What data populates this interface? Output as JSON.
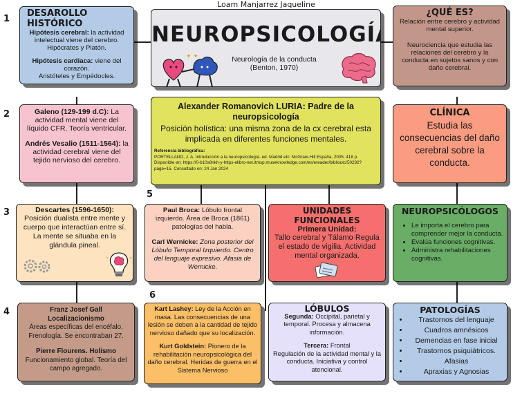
{
  "author": "Loam Manjarrez Jaqueline",
  "row_numbers": [
    "1",
    "2",
    "3",
    "4",
    "5",
    "6"
  ],
  "center": {
    "title": "NEUROPSICOLOGÍA",
    "subtitle_line1": "Neurología de la conducta",
    "subtitle_line2": "(Benton, 1970)"
  },
  "desarrollo": {
    "title": "DESAROLLO HISTÓRICO",
    "cerebral_label": "Hipótesis cerebral:",
    "cerebral_text": " la actividad intelectual viene del cerebro.",
    "cerebral_authors": "Hipócrates y Platón.",
    "cardiaca_label": "Hipótesis cardiaca:",
    "cardiaca_text": " viene del corazón.",
    "cardiaca_authors": "Aristóteles y Empédocles."
  },
  "que_es": {
    "title": "¿QUÉ ES?",
    "p1": "Relación entre cerebro y  actividad mental superior.",
    "p2": "Neurociencia que estudia las relaciones del cerebro y la conducta en sujetos sanos y con daño cerebral."
  },
  "galeno": {
    "label1": "Galeno (129-199 d.C):",
    "text1": " La actividad mental viene del líquido CFR. Teoría ventricular.",
    "label2": "Andrés Vesalio (1511-1564):",
    "text2": " la actividad cerebral viene del tejido nervioso del cerebro."
  },
  "luria": {
    "title": "Alexander Romanovich LURIA: Padre de la neuropsicología",
    "text": "Posición holística: una misma zona de la cx cerebral esta implicada en diferentes funciones mentales.",
    "ref_label": "Referencia bibliográfica:",
    "ref_text": " PORTELLANO, J. A. Introducción a la neuropsicología. ed. Madrid etc: McGraw-Hill España, 2005. 418 p. Disponible en: https://0-b10s8nkh-y-https-elibro-net.itmsp.museknowledge.com/es/ereader/biblioutc/50292?page=15. Consultado en: 24 Jan 2024"
  },
  "clinica": {
    "title": "CLÍNICA",
    "text": "Estudia las consecuencias del daño cerebral sobre la conducta."
  },
  "descartes": {
    "label": "Descartes (1596-1650):",
    "text": "Posición dualista entre mente y cuerpo que interactúan entre sí. La mente se situaba en la glándula pineal."
  },
  "broca": {
    "label1": "Paul Broca:",
    "text1": " Lóbulo frontal izquierdo. Área de Broca (1861) patologías del habla.",
    "label2": "Carl Wernicke:",
    "text2": " Zona posterior del Lóbulo Temporal Izquierdo. Centro del lenguaje expresivo. Afasia de Wernicke."
  },
  "unidades": {
    "title": "UNIDADES FUNCIONALES",
    "subtitle": "Primera Unidad:",
    "text": "Tallo cerebral y Tálamo Regula el estado de vigilia. Actividad mental organizada."
  },
  "neuropsicologos": {
    "title": "NEUROPSICÓLOGOS",
    "items": [
      "Le importa el cerebro para comprender mejor la conducta.",
      "Evalúa funciones cognitivas.",
      "Administra rehabilitaciones cognitivas."
    ]
  },
  "gall": {
    "name": "Franz Josef Gall",
    "sub": "Localizacionismo",
    "text": "Áreas específicas del encéfalo. Frenología. Se encontraban 27.",
    "name2": "Pierre Flourens. Holismo",
    "text2": "Funcionamiento global. Teoría del campo agregado."
  },
  "lashey": {
    "label1": "Kart Lashey:",
    "text1": " Ley de la Acción en masa. Las consecuencias de una lesión se deben a la cantidad de tejido nervioso dañado que su localización.",
    "label2": "Kurt Goldstein:",
    "text2": " Pionero de la rehabilitación neuropsicológica del daño cerebral. Heridas de guerra en el Sistema Nervioso"
  },
  "lobulos": {
    "title": "LÓBULOS",
    "label1": "Segunda:",
    "text1": " Occipital, parietal y temporal. Procesa y almacena información.",
    "label2": "Tercera:",
    "text2": " Frontal",
    "text3": "Regulación de la actividad mental y la conducta. Iniciativa y control atencional."
  },
  "patologias": {
    "title": "PATOLOGÍAS",
    "items": [
      "Trastornos del lenguaje",
      "Cuadros amnésicos",
      "Demencias en fase inicial",
      "Trastornos psiquiátricos.",
      "Afasias",
      "Apraxias y Agnosias"
    ]
  },
  "colors": {
    "blue": "#b3cbe6",
    "brown": "#c3968a",
    "pink": "#f7c3cf",
    "yellow": "#e1e25e",
    "salmon": "#f99c81",
    "peach": "#fde3c0",
    "light_peach": "#fbd1c1",
    "red": "#f46f6d",
    "green": "#69ad66",
    "tan": "#c49b88",
    "orange": "#fbbf67",
    "lavender": "#e6e1fb",
    "center_bg": "#e8e8ec"
  }
}
